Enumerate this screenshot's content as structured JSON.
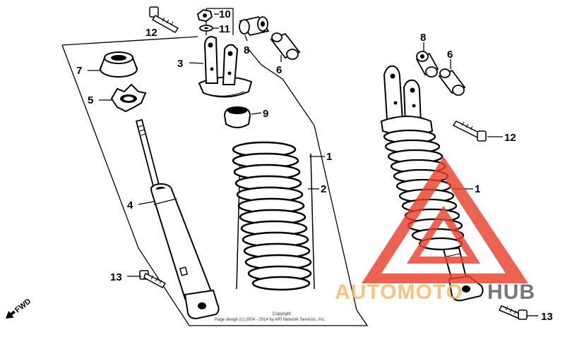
{
  "labels": {
    "l1a": "1",
    "l1b": "1",
    "l2": "2",
    "l3": "3",
    "l4": "4",
    "l5": "5",
    "l6a": "6",
    "l6b": "6",
    "l7": "7",
    "l8a": "8",
    "l8b": "8",
    "l9": "9",
    "l10": "10",
    "l11": "11",
    "l12a": "12",
    "l12b": "12",
    "l13a": "13",
    "l13b": "13"
  },
  "direction": "FWD",
  "copyright": {
    "line1": "Copyright",
    "line2": "Page design (c) 2004 - 2014 by ARI Network Services, Inc."
  },
  "watermark": {
    "text_a": "AUTOMOTO",
    "text_b": "HUB",
    "color_a": "#f5b862",
    "color_b": "#5a5a5a",
    "triangle_color": "#e8412e"
  },
  "colors": {
    "ink": "#000000",
    "background": "#ffffff"
  }
}
